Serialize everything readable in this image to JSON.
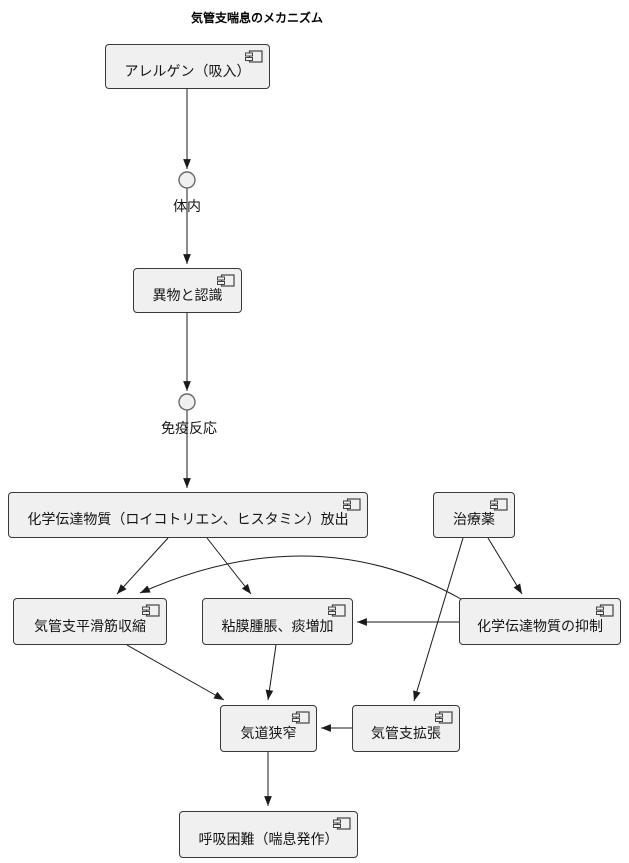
{
  "title": "気管支喘息のメカニズム",
  "nodes": {
    "allergen": {
      "label": "アレルゲン（吸入）"
    },
    "recognition": {
      "label": "異物と認識"
    },
    "mediator_release": {
      "label": "化学伝達物質（ロイコトリエン、ヒスタミン）放出"
    },
    "treatment": {
      "label": "治療薬"
    },
    "muscle_contraction": {
      "label": "気管支平滑筋収縮"
    },
    "mucosa_swelling": {
      "label": "粘膜腫脹、痰増加"
    },
    "mediator_inhibition": {
      "label": "化学伝達物質の抑制"
    },
    "airway_narrowing": {
      "label": "気道狭窄"
    },
    "bronchodilation": {
      "label": "気管支拡張"
    },
    "dyspnea": {
      "label": "呼吸困難（喘息発作）"
    }
  },
  "interfaces": {
    "body": {
      "label": "体内"
    },
    "immune": {
      "label": "免疫反応"
    }
  },
  "edges": [
    {
      "from": "allergen",
      "to": "body",
      "style": "straight"
    },
    {
      "from": "body",
      "to": "recognition",
      "style": "straight"
    },
    {
      "from": "recognition",
      "to": "immune",
      "style": "straight"
    },
    {
      "from": "immune",
      "to": "mediator_release",
      "style": "straight"
    },
    {
      "from": "mediator_release",
      "to": "muscle_contraction",
      "style": "straight"
    },
    {
      "from": "mediator_release",
      "to": "mucosa_swelling",
      "style": "straight"
    },
    {
      "from": "treatment",
      "to": "bronchodilation",
      "style": "straight"
    },
    {
      "from": "treatment",
      "to": "mediator_inhibition",
      "style": "straight"
    },
    {
      "from": "mediator_inhibition",
      "to": "mucosa_swelling",
      "style": "straight"
    },
    {
      "from": "mediator_inhibition",
      "to": "muscle_contraction",
      "style": "curved"
    },
    {
      "from": "muscle_contraction",
      "to": "airway_narrowing",
      "style": "straight"
    },
    {
      "from": "mucosa_swelling",
      "to": "airway_narrowing",
      "style": "straight"
    },
    {
      "from": "bronchodilation",
      "to": "airway_narrowing",
      "style": "straight"
    },
    {
      "from": "airway_narrowing",
      "to": "dyspnea",
      "style": "straight"
    }
  ],
  "colors": {
    "node_fill": "#f0f0f0",
    "node_border": "#383838",
    "edge": "#1a1a1a",
    "circle_border": "#6a6a6a",
    "background": "#ffffff"
  }
}
